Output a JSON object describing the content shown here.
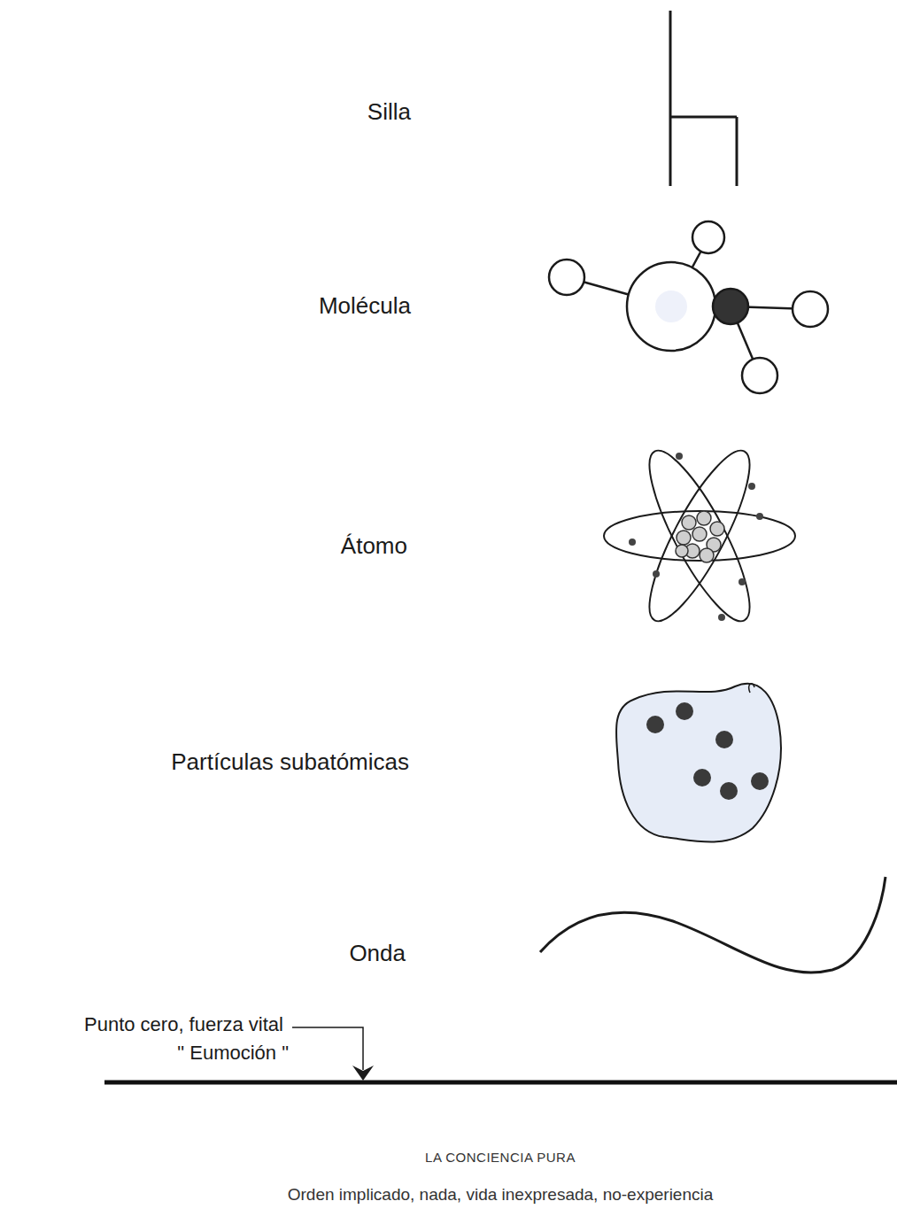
{
  "diagram": {
    "labels": [
      "Silla",
      "Molécula",
      "Átomo",
      "Partículas subatómicas",
      "Onda",
      "Punto cero, fuerza vital",
      "\" Eumoción \"",
      "LA CONCIENCIA PURA",
      "Orden implicado, nada, vida inexpresada, no-experiencia"
    ]
  }
}
